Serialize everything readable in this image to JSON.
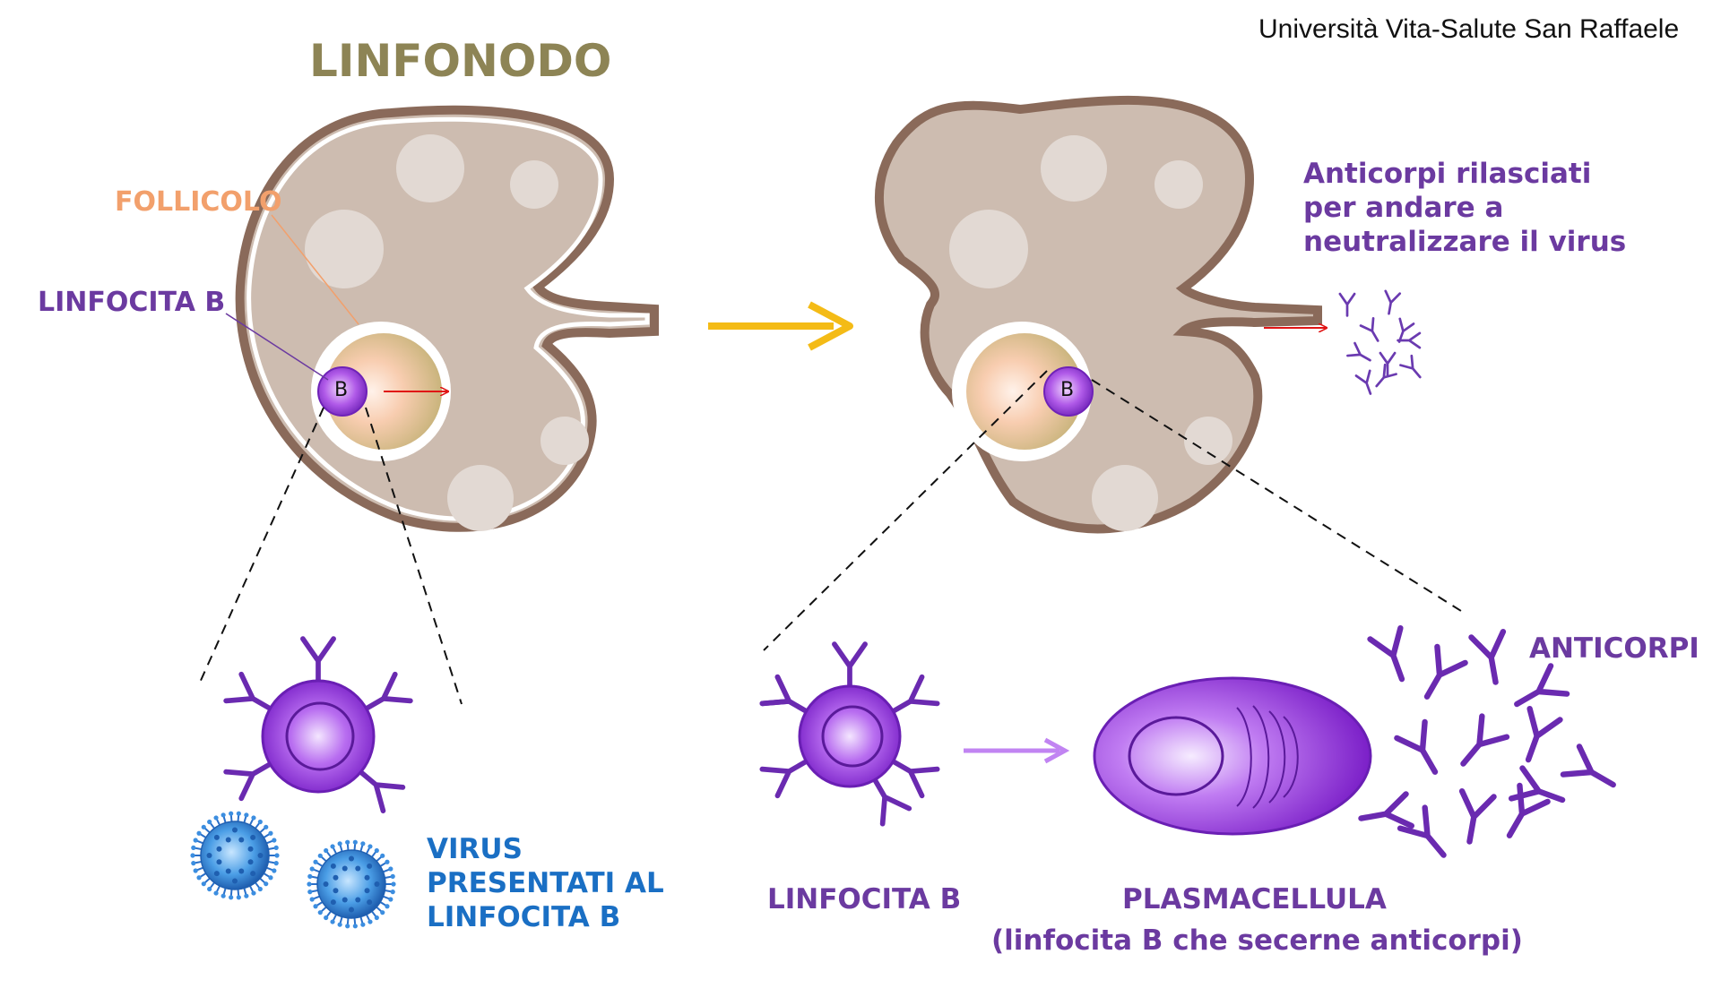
{
  "institution": "Università Vita-Salute San Raffaele",
  "colors": {
    "node_fill": "#cdbcb0",
    "node_edge": "#8a6a5a",
    "title": "#8d8455",
    "follicle_label": "#f2a06c",
    "purple": "#6b3aa0",
    "virus_text": "#1a6fc4",
    "arrow_gold": "#f4bb16",
    "arrow_red": "#e01515",
    "arrow_lilac": "#c184f2"
  },
  "labels": {
    "lymph_node": "LINFONODO",
    "follicle": "FOLLICOLO",
    "b_cell_left": "LINFOCITA B",
    "b_letter": "B",
    "antibodies_released": "Anticorpi rilasciati\nper andare a\nneutralizzare il virus",
    "virus_presented": "VIRUS\nPRESENTATI AL\nLINFOCITA B",
    "b_cell_bottom": "LINFOCITA B",
    "plasma_cell": "PLASMACELLULA",
    "plasma_cell_desc": "(linfocita B che secerne anticorpi)",
    "antibodies": "ANTICORPI"
  }
}
